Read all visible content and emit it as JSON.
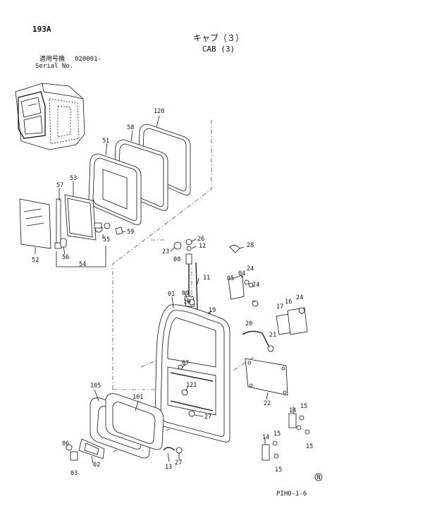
{
  "page_id": "193A",
  "title_jp": "キャブ（３）",
  "title_en": "CAB (3)",
  "serial_label_jp": "適用号機",
  "serial_value": "020001-",
  "serial_label_en": "Serial No.",
  "footer_code": "PIHO-1-6",
  "corner_mark": "N",
  "part_labels": {
    "p120": "120",
    "p58": "58",
    "p51": "51",
    "p53": "53",
    "p57": "57",
    "p59": "59",
    "p55": "55",
    "p52": "52",
    "p56": "56",
    "p54": "54",
    "p26": "26",
    "p23": "23",
    "p12": "12",
    "p28": "28",
    "p08": "08",
    "p11": "11",
    "p05": "05",
    "p04": "04",
    "p24a": "24",
    "p24b": "24",
    "p24c": "24",
    "p09": "09",
    "p10": "10",
    "p19": "19",
    "p01": "01",
    "p16": "16",
    "p17": "17",
    "p20": "20",
    "p21": "21",
    "p07": "07",
    "p121": "121",
    "p22": "22",
    "p105": "105",
    "p101": "101",
    "p27a": "27",
    "p14a": "14",
    "p15a": "15",
    "p15b": "15",
    "p14b": "14",
    "p15c": "15",
    "p15d": "15",
    "p06": "06",
    "p02": "02",
    "p03": "03",
    "p13": "13",
    "p27b": "27"
  }
}
